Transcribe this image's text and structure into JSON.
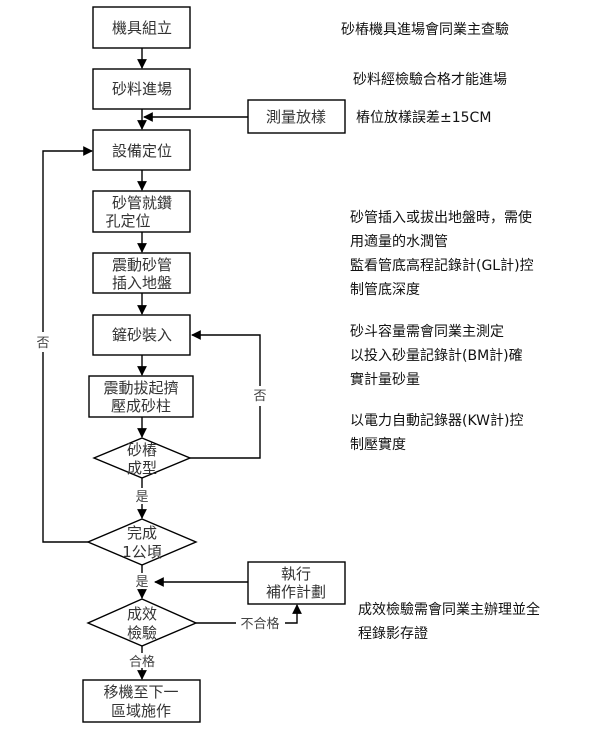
{
  "flowchart": {
    "nodes": {
      "equipment_assembly": {
        "lines": [
          "機具組立"
        ]
      },
      "sand_entry": {
        "lines": [
          "砂料進場"
        ]
      },
      "survey_layout": {
        "lines": [
          "測量放樣"
        ]
      },
      "equipment_positioning": {
        "lines": [
          "設備定位"
        ]
      },
      "pipe_drill_position": {
        "lines": [
          "砂管就鑽",
          "孔定位"
        ]
      },
      "vibrate_insert": {
        "lines": [
          "震動砂管",
          "插入地盤"
        ]
      },
      "shovel_sand": {
        "lines": [
          "鏟砂裝入"
        ]
      },
      "vibrate_extract": {
        "lines": [
          "震動拔起擠",
          "壓成砂柱"
        ]
      },
      "pile_formed": {
        "lines": [
          "砂樁",
          "成型"
        ]
      },
      "one_hectare_done": {
        "lines": [
          "完成",
          "1公頃"
        ]
      },
      "remedial_plan": {
        "lines": [
          "執行",
          "補作計劃"
        ]
      },
      "effectiveness_test": {
        "lines": [
          "成效",
          "檢驗"
        ]
      },
      "move_next_area": {
        "lines": [
          "移機至下一",
          "區域施作"
        ]
      }
    },
    "edge_labels": {
      "pile_no": "否",
      "pile_yes": "是",
      "hectare_no": "否",
      "hectare_yes": "是",
      "test_fail": "不合格",
      "test_pass": "合格"
    }
  },
  "notes": {
    "equipment_check": [
      "砂樁機具進場會同業主查驗"
    ],
    "sand_check": [
      "砂料經檢驗合格才能進場"
    ],
    "layout_tolerance": [
      "樁位放樣誤差±15CM"
    ],
    "pipe_insertion": [
      "砂管插入或拔出地盤時，需使",
      "用適量的水潤管",
      "監看管底高程記錄計(GL計)控",
      "制管底深度"
    ],
    "sand_volume": [
      "砂斗容量需會同業主測定",
      "以投入砂量記錄計(BM計)確",
      "實計量砂量"
    ],
    "compaction": [
      "以電力自動記錄器(KW計)控",
      "制壓實度"
    ],
    "test_witness": [
      "成效檢驗需會同業主辦理並全",
      "程錄影存證"
    ]
  }
}
